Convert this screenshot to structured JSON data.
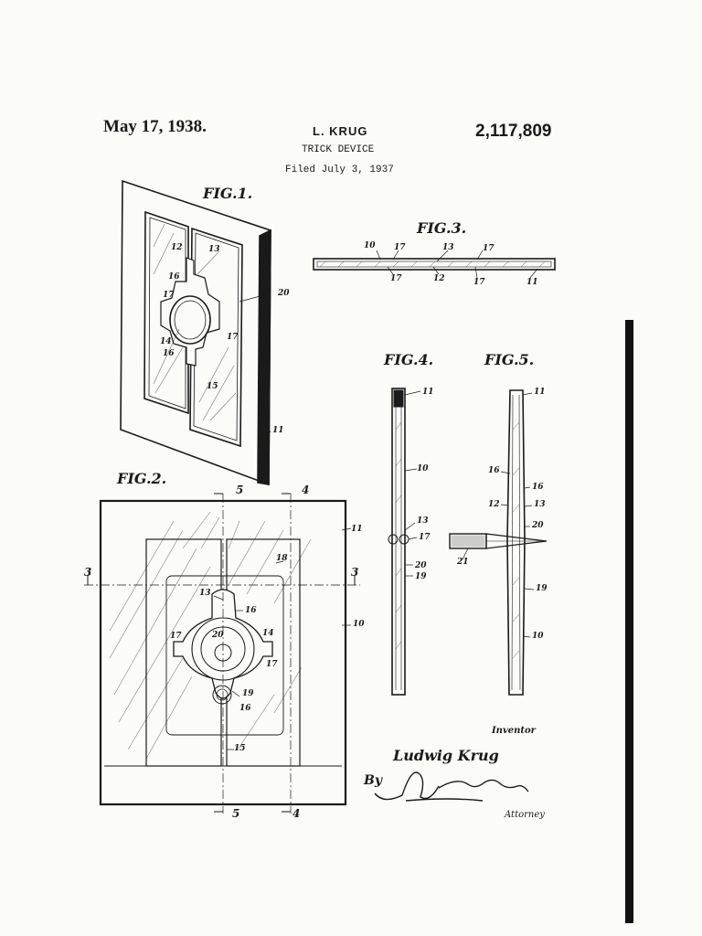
{
  "header": {
    "date": "May 17, 1938.",
    "inventor": "L. KRUG",
    "patent_number": "2,117,809",
    "title": "TRICK DEVICE",
    "filed": "Filed July 3, 1937"
  },
  "figures": {
    "fig1": {
      "label": "FIG.1.",
      "refs": [
        "12",
        "13",
        "16",
        "17",
        "20",
        "17",
        "14",
        "16",
        "15",
        "11"
      ]
    },
    "fig2": {
      "label": "FIG.2.",
      "refs": [
        "11",
        "18",
        "13",
        "16",
        "20",
        "14",
        "17",
        "17",
        "19",
        "16",
        "15",
        "10"
      ],
      "sections": [
        "5",
        "4",
        "3",
        "3",
        "5",
        "4"
      ]
    },
    "fig3": {
      "label": "FIG.3.",
      "refs": [
        "10",
        "17",
        "13",
        "17",
        "17",
        "12",
        "17",
        "11"
      ]
    },
    "fig4": {
      "label": "FIG.4.",
      "refs": [
        "11",
        "10",
        "13",
        "17",
        "20",
        "19"
      ]
    },
    "fig5": {
      "label": "FIG.5.",
      "refs": [
        "11",
        "16",
        "16",
        "12",
        "13",
        "20",
        "21",
        "19",
        "10"
      ]
    }
  },
  "signature": {
    "inventor_label": "Inventor",
    "inventor_name": "Ludwig Krug",
    "by": "By",
    "attorney_label": "Attorney"
  },
  "colors": {
    "ink": "#1a1a1a",
    "paper": "#fbfbf8"
  }
}
